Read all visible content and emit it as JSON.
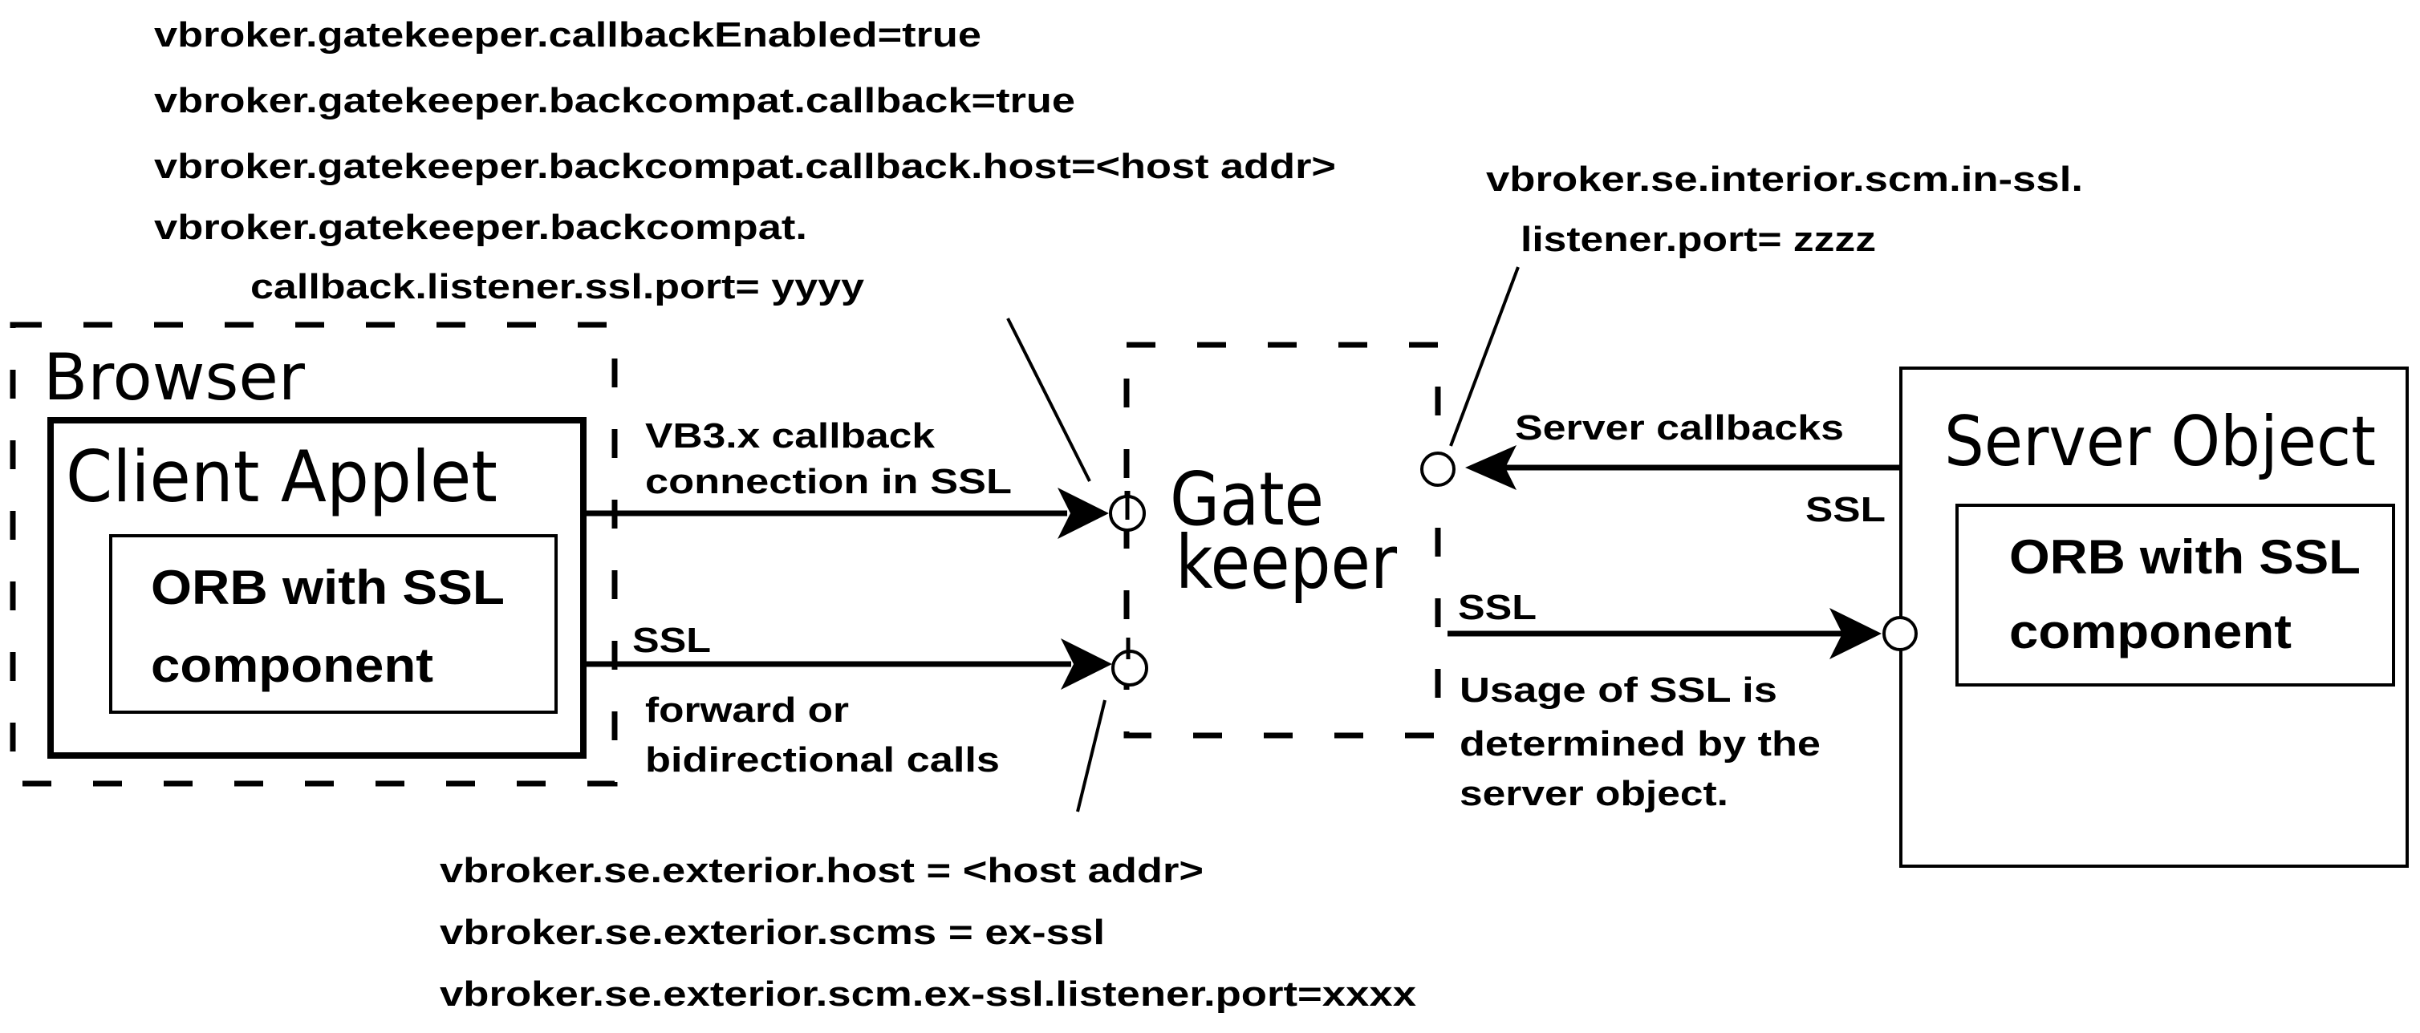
{
  "diagram": {
    "colors": {
      "ink": "#000000",
      "background": "#ffffff"
    },
    "top_left_properties": [
      "vbroker.gatekeeper.callbackEnabled=true",
      "vbroker.gatekeeper.backcompat.callback=true",
      "vbroker.gatekeeper.backcompat.callback.host=<host addr>",
      "vbroker.gatekeeper.backcompat.",
      "callback.listener.ssl.port= yyyy"
    ],
    "top_right_properties": [
      "vbroker.se.interior.scm.in-ssl.",
      "listener.port= zzzz"
    ],
    "bottom_properties": [
      "vbroker.se.exterior.host = <host addr>",
      "vbroker.se.exterior.scms = ex-ssl",
      "vbroker.se.exterior.scm.ex-ssl.listener.port=xxxx"
    ],
    "browser": {
      "label": "Browser",
      "client_applet": {
        "label": "Client Applet",
        "orb": {
          "line1": "ORB with SSL",
          "line2": "component"
        }
      }
    },
    "gatekeeper": {
      "line1": "Gate",
      "line2": "keeper"
    },
    "server_object": {
      "label": "Server Object",
      "orb": {
        "line1": "ORB with SSL",
        "line2": "component"
      }
    },
    "connections": {
      "callback": {
        "line1": "VB3.x callback",
        "line2": "connection in SSL"
      },
      "forward": {
        "protocol": "SSL",
        "line1": "forward or",
        "line2": "bidirectional calls"
      },
      "server_callbacks": {
        "label": "Server callbacks",
        "protocol": "SSL"
      },
      "to_server": {
        "protocol": "SSL",
        "line1": "Usage of SSL is",
        "line2": "determined by the",
        "line3": "server object."
      }
    }
  }
}
